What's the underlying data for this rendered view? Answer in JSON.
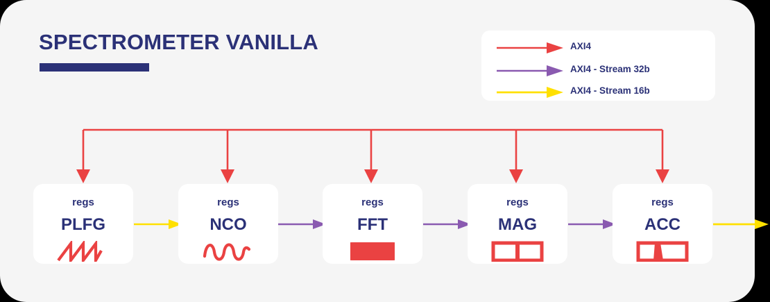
{
  "title": "SPECTROMETER VANILLA",
  "colors": {
    "navy": "#2b3177",
    "red": "#ea4242",
    "purple": "#8a5ab0",
    "yellow": "#ffe000",
    "panel_bg": "#f5f5f5",
    "block_bg": "#ffffff"
  },
  "legend": {
    "items": [
      {
        "label": "AXI4",
        "color": "#ea4242",
        "icon": "arrow-right-icon"
      },
      {
        "label": "AXI4 - Stream 32b",
        "color": "#8a5ab0",
        "icon": "arrow-right-icon"
      },
      {
        "label": "AXI4 - Stream 16b",
        "color": "#ffe000",
        "icon": "arrow-right-icon"
      }
    ]
  },
  "blocks": [
    {
      "name": "PLFG",
      "regs": "regs",
      "icon": "sawtooth-wave-icon"
    },
    {
      "name": "NCO",
      "regs": "regs",
      "icon": "sine-wave-icon"
    },
    {
      "name": "FFT",
      "regs": "regs",
      "icon": "butterfly-bowtie-icon"
    },
    {
      "name": "MAG",
      "regs": "regs",
      "icon": "split-rectangle-icon"
    },
    {
      "name": "ACC",
      "regs": "regs",
      "icon": "wedge-rectangle-icon"
    }
  ],
  "connections": [
    {
      "from": "bus",
      "to": "PLFG",
      "type": "AXI4",
      "color": "#ea4242"
    },
    {
      "from": "bus",
      "to": "NCO",
      "type": "AXI4",
      "color": "#ea4242"
    },
    {
      "from": "bus",
      "to": "FFT",
      "type": "AXI4",
      "color": "#ea4242"
    },
    {
      "from": "bus",
      "to": "MAG",
      "type": "AXI4",
      "color": "#ea4242"
    },
    {
      "from": "bus",
      "to": "ACC",
      "type": "AXI4",
      "color": "#ea4242"
    },
    {
      "from": "PLFG",
      "to": "NCO",
      "type": "AXI4 - Stream 16b",
      "color": "#ffe000"
    },
    {
      "from": "NCO",
      "to": "FFT",
      "type": "AXI4 - Stream 32b",
      "color": "#8a5ab0"
    },
    {
      "from": "FFT",
      "to": "MAG",
      "type": "AXI4 - Stream 32b",
      "color": "#8a5ab0"
    },
    {
      "from": "MAG",
      "to": "ACC",
      "type": "AXI4 - Stream 32b",
      "color": "#8a5ab0"
    },
    {
      "from": "ACC",
      "to": "output",
      "type": "AXI4 - Stream 16b",
      "color": "#ffe000"
    }
  ]
}
